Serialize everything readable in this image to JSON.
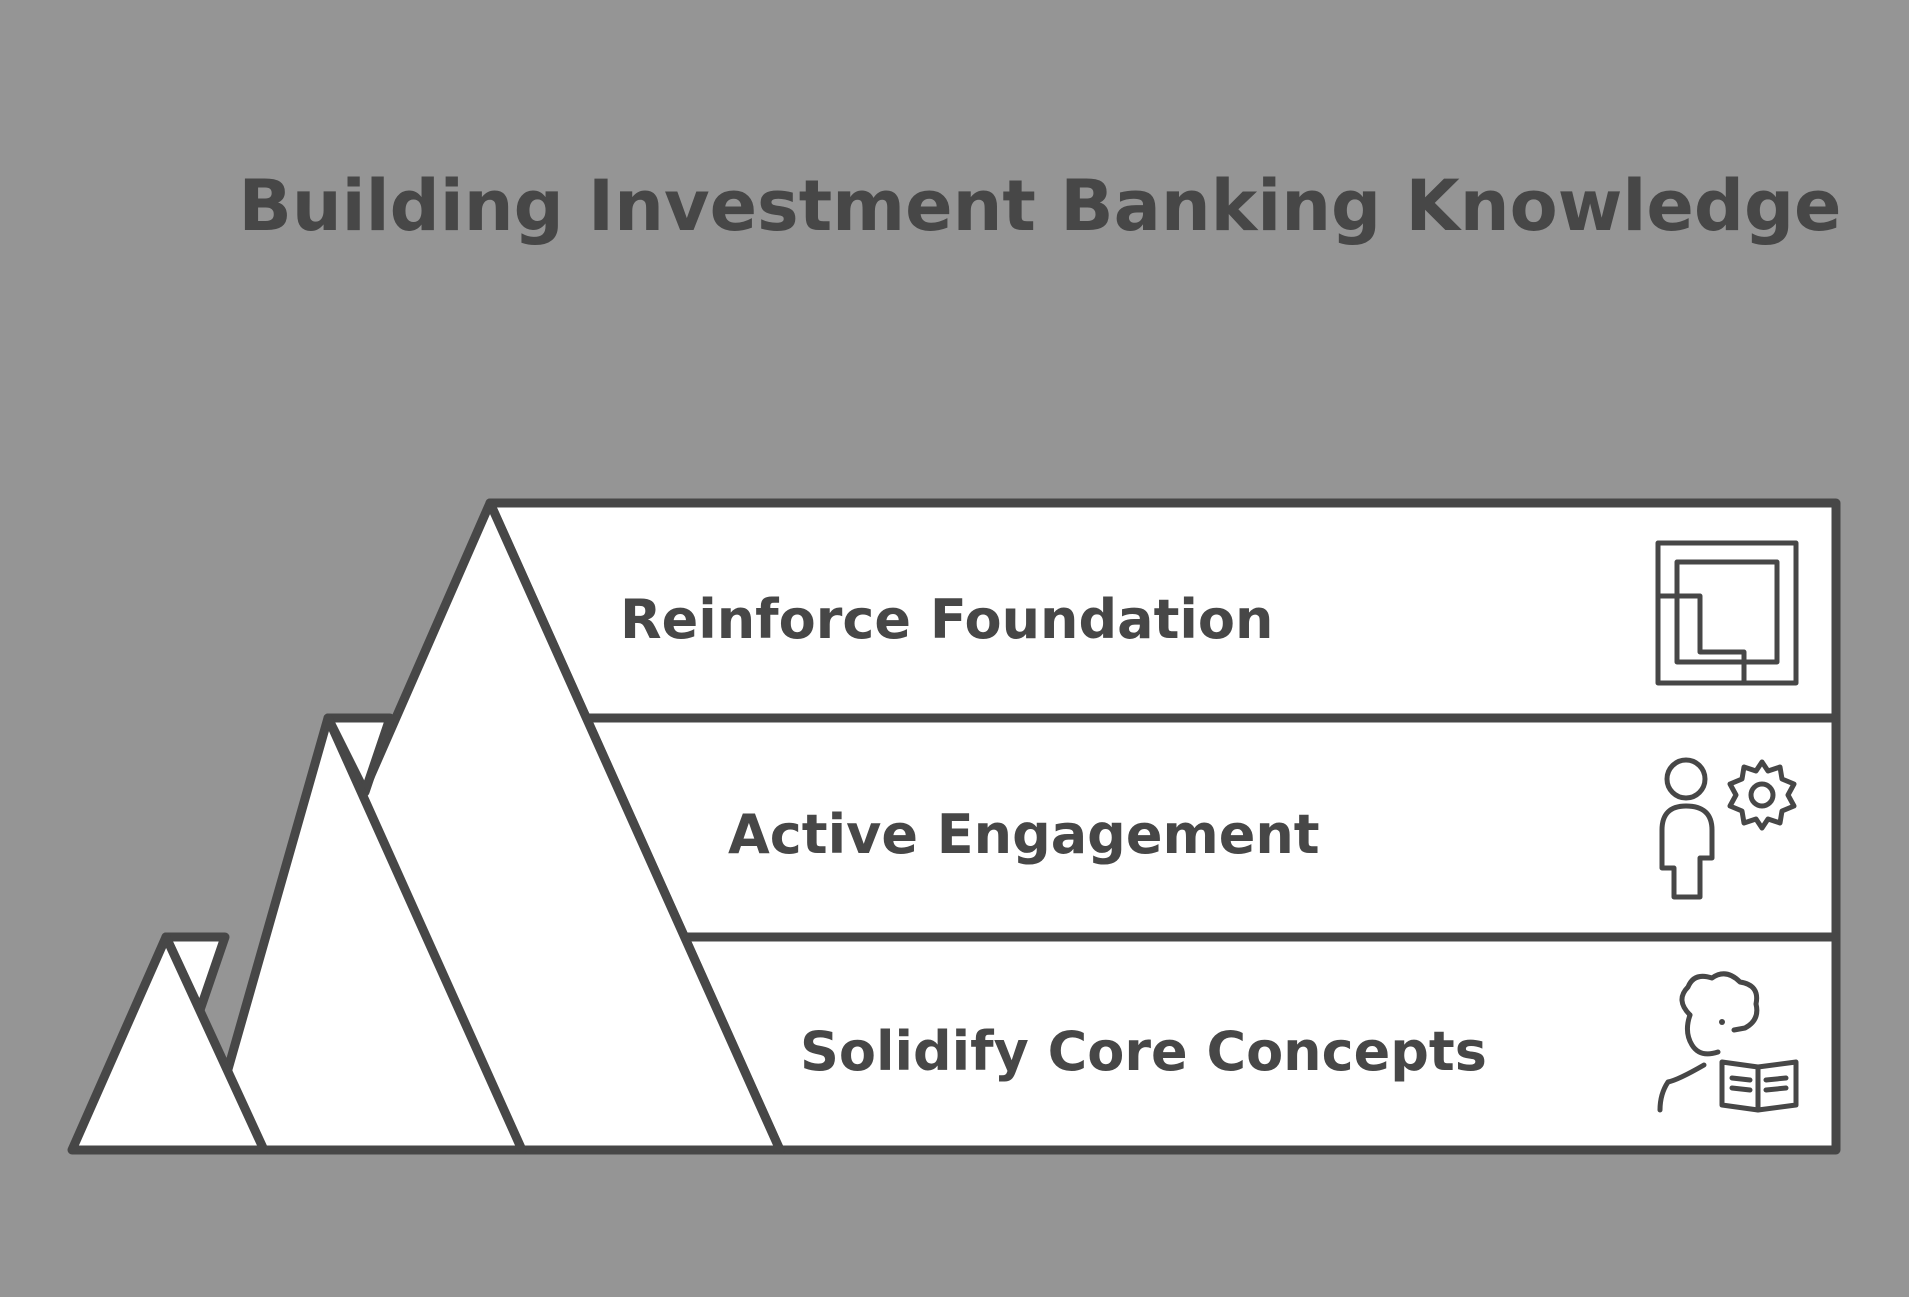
{
  "title": "Building Investment Banking Knowledge",
  "levels": [
    {
      "label": "Reinforce Foundation",
      "icon": "foundation-blocks-icon"
    },
    {
      "label": "Active Engagement",
      "icon": "person-gear-icon"
    },
    {
      "label": "Solidify Core Concepts",
      "icon": "reader-book-icon"
    }
  ],
  "colors": {
    "background": "#959595",
    "ink": "#474747",
    "fill": "#ffffff"
  }
}
